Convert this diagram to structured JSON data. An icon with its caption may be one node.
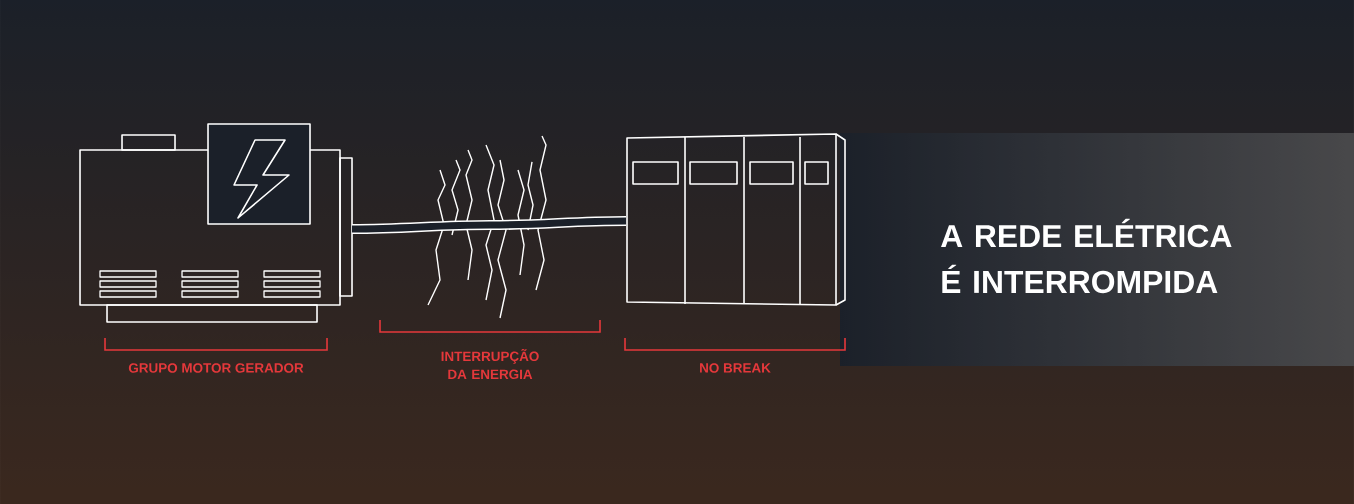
{
  "diagram": {
    "title": "A REDE ELÉTRICA É INTERROMPIDA",
    "nodes": [
      {
        "text": [],
        "shape": "picture"
      },
      {
        "text": [],
        "shape": "picture"
      },
      {
        "text": [],
        "shape": "picture"
      }
    ],
    "edges": [
      {
        "from": 0,
        "to": 1,
        "arrow": "none"
      },
      {
        "from": 1,
        "to": 2,
        "arrow": "none"
      }
    ],
    "labels": [
      "GRUPO MOTOR GERADOR",
      "INTERRUPÇÃO DA ENERGIA",
      "NO BREAK"
    ]
  }
}
